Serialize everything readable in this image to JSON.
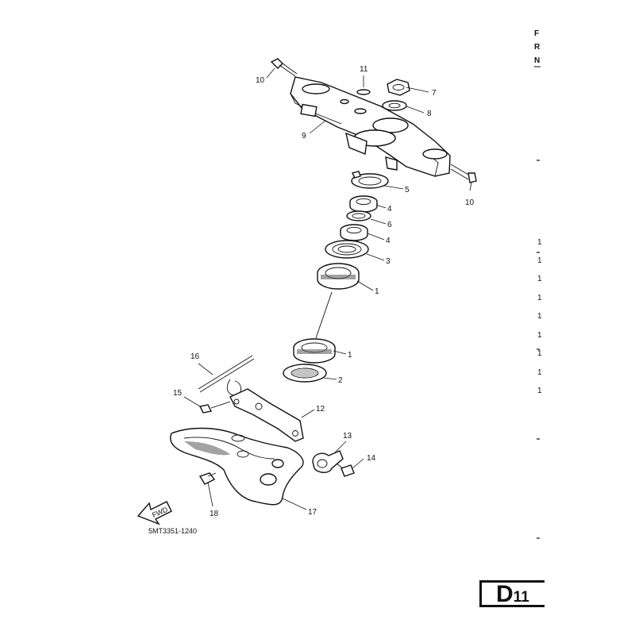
{
  "diagram": {
    "part_labels": {
      "p1a": "1",
      "p1b": "1",
      "p2": "2",
      "p3": "3",
      "p4a": "4",
      "p4b": "4",
      "p5": "5",
      "p6": "6",
      "p7": "7",
      "p8": "8",
      "p9": "9",
      "p10a": "10",
      "p10b": "10",
      "p11": "11",
      "p12": "12",
      "p13": "13",
      "p14": "14",
      "p15": "15",
      "p16": "16",
      "p17": "17",
      "p18": "18"
    },
    "fwd_label": "FWD",
    "figure_code": "5MT3351-1240"
  },
  "right_margin": {
    "header_letters": [
      "F",
      "R",
      "N"
    ],
    "numbers": [
      "1",
      "1",
      "1",
      "1",
      "1",
      "1",
      "1",
      "1",
      "1"
    ]
  },
  "page_badge": {
    "letter": "D",
    "number": "11"
  }
}
